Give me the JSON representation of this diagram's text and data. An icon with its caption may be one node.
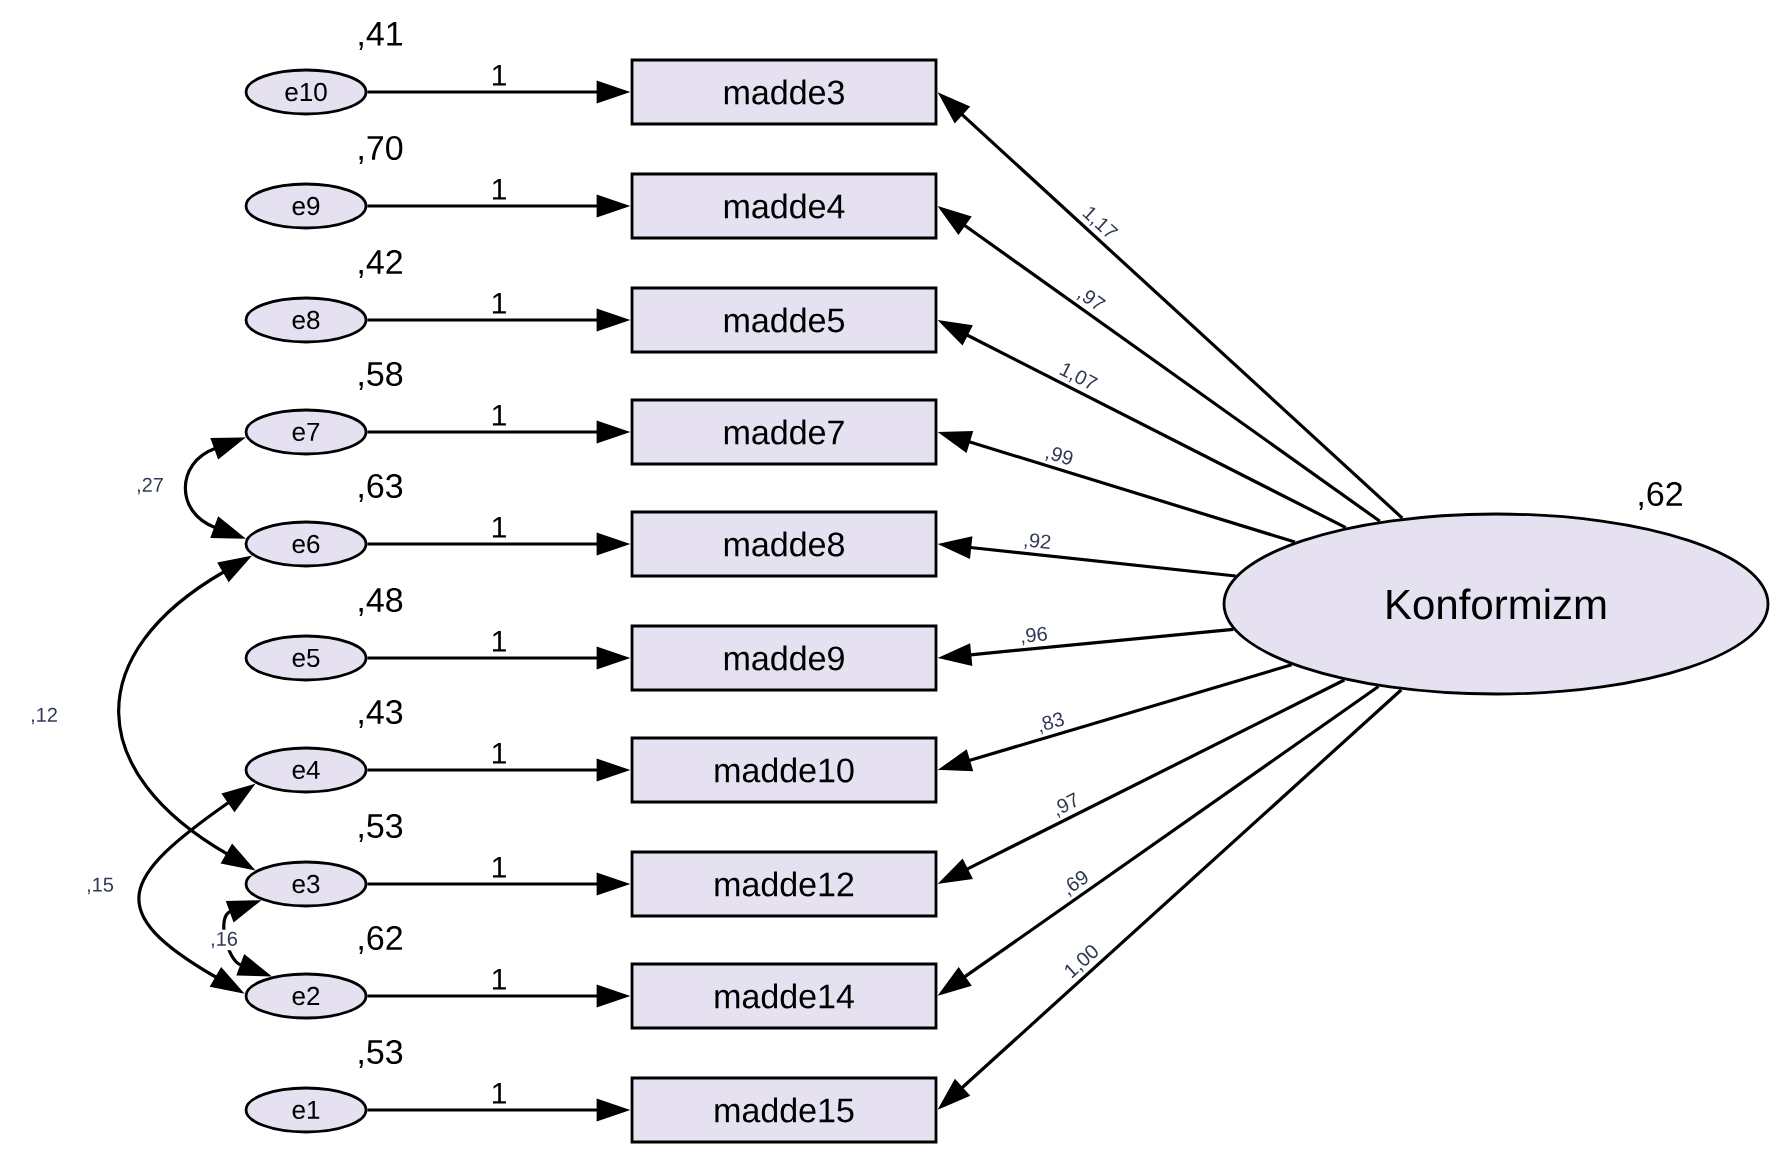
{
  "diagram": {
    "nodes": [
      {
        "text": [
          "e10"
        ],
        "beside": [
          ",41"
        ]
      },
      {
        "text": [
          "e9"
        ],
        "beside": [
          ",70"
        ]
      },
      {
        "text": [
          "e8"
        ],
        "beside": [
          ",42"
        ]
      },
      {
        "text": [
          "e7"
        ],
        "beside": [
          ",58"
        ]
      },
      {
        "text": [
          "e6"
        ],
        "beside": [
          ",63"
        ]
      },
      {
        "text": [
          "e5"
        ],
        "beside": [
          ",48"
        ]
      },
      {
        "text": [
          "e4"
        ],
        "beside": [
          ",43"
        ]
      },
      {
        "text": [
          "e3"
        ],
        "beside": [
          ",53"
        ]
      },
      {
        "text": [
          "e2"
        ],
        "beside": [
          ",62"
        ]
      },
      {
        "text": [
          "e1"
        ],
        "beside": [
          ",53"
        ]
      },
      {
        "text": [
          "madde3"
        ]
      },
      {
        "text": [
          "madde4"
        ]
      },
      {
        "text": [
          "madde5"
        ]
      },
      {
        "text": [
          "madde7"
        ]
      },
      {
        "text": [
          "madde8"
        ]
      },
      {
        "text": [
          "madde9"
        ]
      },
      {
        "text": [
          "madde10"
        ]
      },
      {
        "text": [
          "madde12"
        ]
      },
      {
        "text": [
          "madde14"
        ]
      },
      {
        "text": [
          "madde15"
        ]
      },
      {
        "text": [
          "Konformizm"
        ],
        "beside": [
          ",62"
        ]
      }
    ],
    "edges": [
      {
        "from": 0,
        "to": 10,
        "arrow": "to",
        "label": "1"
      },
      {
        "from": 1,
        "to": 11,
        "arrow": "to",
        "label": "1"
      },
      {
        "from": 2,
        "to": 12,
        "arrow": "to",
        "label": "1"
      },
      {
        "from": 3,
        "to": 13,
        "arrow": "to",
        "label": "1"
      },
      {
        "from": 4,
        "to": 14,
        "arrow": "to",
        "label": "1"
      },
      {
        "from": 5,
        "to": 15,
        "arrow": "to",
        "label": "1"
      },
      {
        "from": 6,
        "to": 16,
        "arrow": "to",
        "label": "1"
      },
      {
        "from": 7,
        "to": 17,
        "arrow": "to",
        "label": "1"
      },
      {
        "from": 8,
        "to": 18,
        "arrow": "to",
        "label": "1"
      },
      {
        "from": 9,
        "to": 19,
        "arrow": "to",
        "label": "1"
      },
      {
        "from": 20,
        "to": 10,
        "arrow": "to",
        "label": "1,17"
      },
      {
        "from": 20,
        "to": 11,
        "arrow": "to",
        "label": ",97"
      },
      {
        "from": 20,
        "to": 12,
        "arrow": "to",
        "label": "1,07"
      },
      {
        "from": 20,
        "to": 13,
        "arrow": "to",
        "label": ",99"
      },
      {
        "from": 20,
        "to": 14,
        "arrow": "to",
        "label": ",92"
      },
      {
        "from": 20,
        "to": 15,
        "arrow": "to",
        "label": ",96"
      },
      {
        "from": 20,
        "to": 16,
        "arrow": "to",
        "label": ",83"
      },
      {
        "from": 20,
        "to": 17,
        "arrow": "to",
        "label": ",97"
      },
      {
        "from": 20,
        "to": 18,
        "arrow": "to",
        "label": ",69"
      },
      {
        "from": 20,
        "to": 19,
        "arrow": "to",
        "label": "1,00"
      },
      {
        "from": 3,
        "to": 4,
        "arrow": "both",
        "label": ",27"
      },
      {
        "from": 4,
        "to": 7,
        "arrow": "both",
        "label": ",12"
      },
      {
        "from": 6,
        "to": 8,
        "arrow": "both",
        "label": ",15"
      },
      {
        "from": 7,
        "to": 8,
        "arrow": "both",
        "label": ",16"
      }
    ]
  }
}
